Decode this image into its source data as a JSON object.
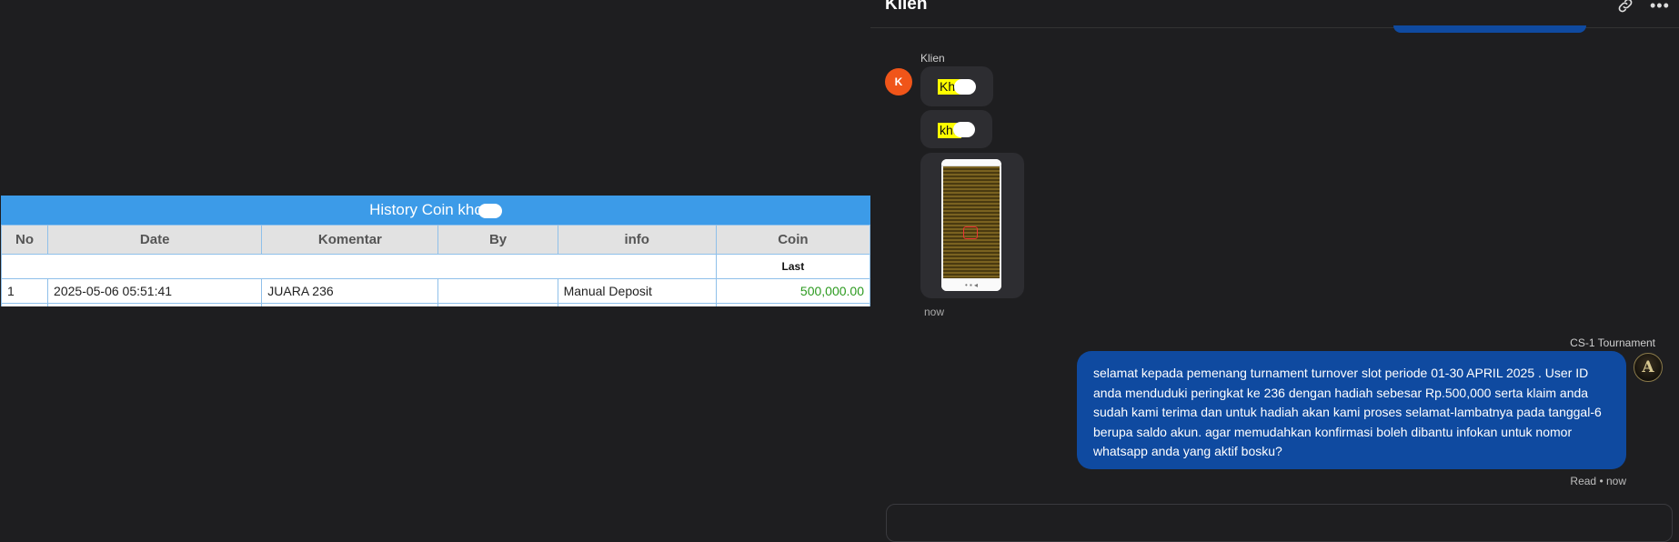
{
  "table": {
    "title": "History Coin khc",
    "headers": [
      "No",
      "Date",
      "Komentar",
      "By",
      "info",
      "Coin"
    ],
    "subheader": "Last",
    "rows": [
      {
        "no": "1",
        "date": "2025-05-06 05:51:41",
        "komentar": "JUARA 236",
        "by": "",
        "info": "Manual Deposit",
        "coin": "500,000.00"
      }
    ]
  },
  "chat": {
    "title": "Klien",
    "sender_name": "Klien",
    "avatar_letter": "K",
    "messages_in": [
      "Khc",
      "khc"
    ],
    "time_in": "now",
    "agent_name": "CS-1 Tournament",
    "agent_avatar_letter": "A",
    "message_out": "selamat kepada pemenang turnament turnover slot periode 01-30 APRIL 2025 . User ID anda menduduki peringkat ke 236 dengan hadiah sebesar Rp.500,000 serta klaim anda sudah kami terima dan untuk hadiah akan kami proses selamat-lambatnya pada tanggal-6 berupa saldo akun. agar memudahkan konfirmasi boleh dibantu infokan untuk nomor whatsapp anda yang aktif bosku?",
    "read_status": "Read • now",
    "icons": {
      "link": "link-icon",
      "more": "more-icon"
    }
  },
  "colors": {
    "table_header": "#3c9be8",
    "coin_green": "#2c9a1f",
    "out_bubble": "#0f4aa0",
    "avatar_orange": "#f05519",
    "highlight": "#ffff00"
  }
}
